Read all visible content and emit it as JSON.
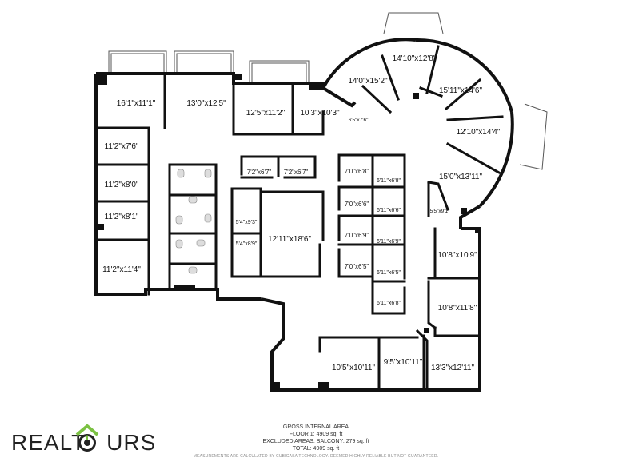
{
  "rooms": [
    {
      "id": "r1",
      "label": "16'1\"x11'1\""
    },
    {
      "id": "r2",
      "label": "13'0\"x12'5\""
    },
    {
      "id": "r3",
      "label": "12'5\"x11'2\""
    },
    {
      "id": "r4",
      "label": "10'3\"x10'3\""
    },
    {
      "id": "r5",
      "label": "6'5\"x7'6\""
    },
    {
      "id": "r6",
      "label": "14'0\"x15'2\""
    },
    {
      "id": "r7",
      "label": "14'10\"x12'8\""
    },
    {
      "id": "r8",
      "label": "15'11\"x14'6\""
    },
    {
      "id": "r9",
      "label": "12'10\"x14'4\""
    },
    {
      "id": "r10",
      "label": "15'0\"x13'11\""
    },
    {
      "id": "r11",
      "label": "5'5\"x9'1\""
    },
    {
      "id": "r12",
      "label": "11'2\"x7'6\""
    },
    {
      "id": "r13",
      "label": "11'2\"x8'0\""
    },
    {
      "id": "r14",
      "label": "11'2\"x8'1\""
    },
    {
      "id": "r15",
      "label": "11'2\"x11'4\""
    },
    {
      "id": "r16",
      "label": "7'2\"x6'7\""
    },
    {
      "id": "r17",
      "label": "7'2\"x6'7\""
    },
    {
      "id": "r18",
      "label": "5'4\"x9'3\""
    },
    {
      "id": "r19",
      "label": "5'4\"x8'9\""
    },
    {
      "id": "r20",
      "label": "12'11\"x18'6\""
    },
    {
      "id": "r21",
      "label": "7'0\"x6'8\""
    },
    {
      "id": "r22",
      "label": "6'11\"x6'8\""
    },
    {
      "id": "r23",
      "label": "7'0\"x6'6\""
    },
    {
      "id": "r24",
      "label": "6'11\"x6'6\""
    },
    {
      "id": "r25",
      "label": "7'0\"x6'9\""
    },
    {
      "id": "r26",
      "label": "6'11\"x6'9\""
    },
    {
      "id": "r27",
      "label": "7'0\"x6'5\""
    },
    {
      "id": "r28",
      "label": "6'11\"x6'5\""
    },
    {
      "id": "r29",
      "label": "6'11\"x6'8\""
    },
    {
      "id": "r30",
      "label": "10'8\"x10'9\""
    },
    {
      "id": "r31",
      "label": "10'8\"x11'8\""
    },
    {
      "id": "r32",
      "label": "10'5\"x10'11\""
    },
    {
      "id": "r33",
      "label": "9'5\"x10'11\""
    },
    {
      "id": "r34",
      "label": "13'3\"x12'11\""
    }
  ],
  "summary": {
    "heading": "GROSS INTERNAL AREA",
    "floor": "FLOOR 1: 4909 sq. ft",
    "excluded": "EXCLUDED AREAS: BALCONY: 279 sq. ft",
    "total": "TOTAL: 4909 sq. ft"
  },
  "disclaimer": "MEASUREMENTS ARE CALCULATED BY CUBICASA TECHNOLOGY. DEEMED HIGHLY RELIABLE BUT NOT GUARANTEED.",
  "logo": {
    "text_left": "REALT",
    "text_right": "URS",
    "color_house": "#7bc142",
    "color_text": "#222222"
  }
}
